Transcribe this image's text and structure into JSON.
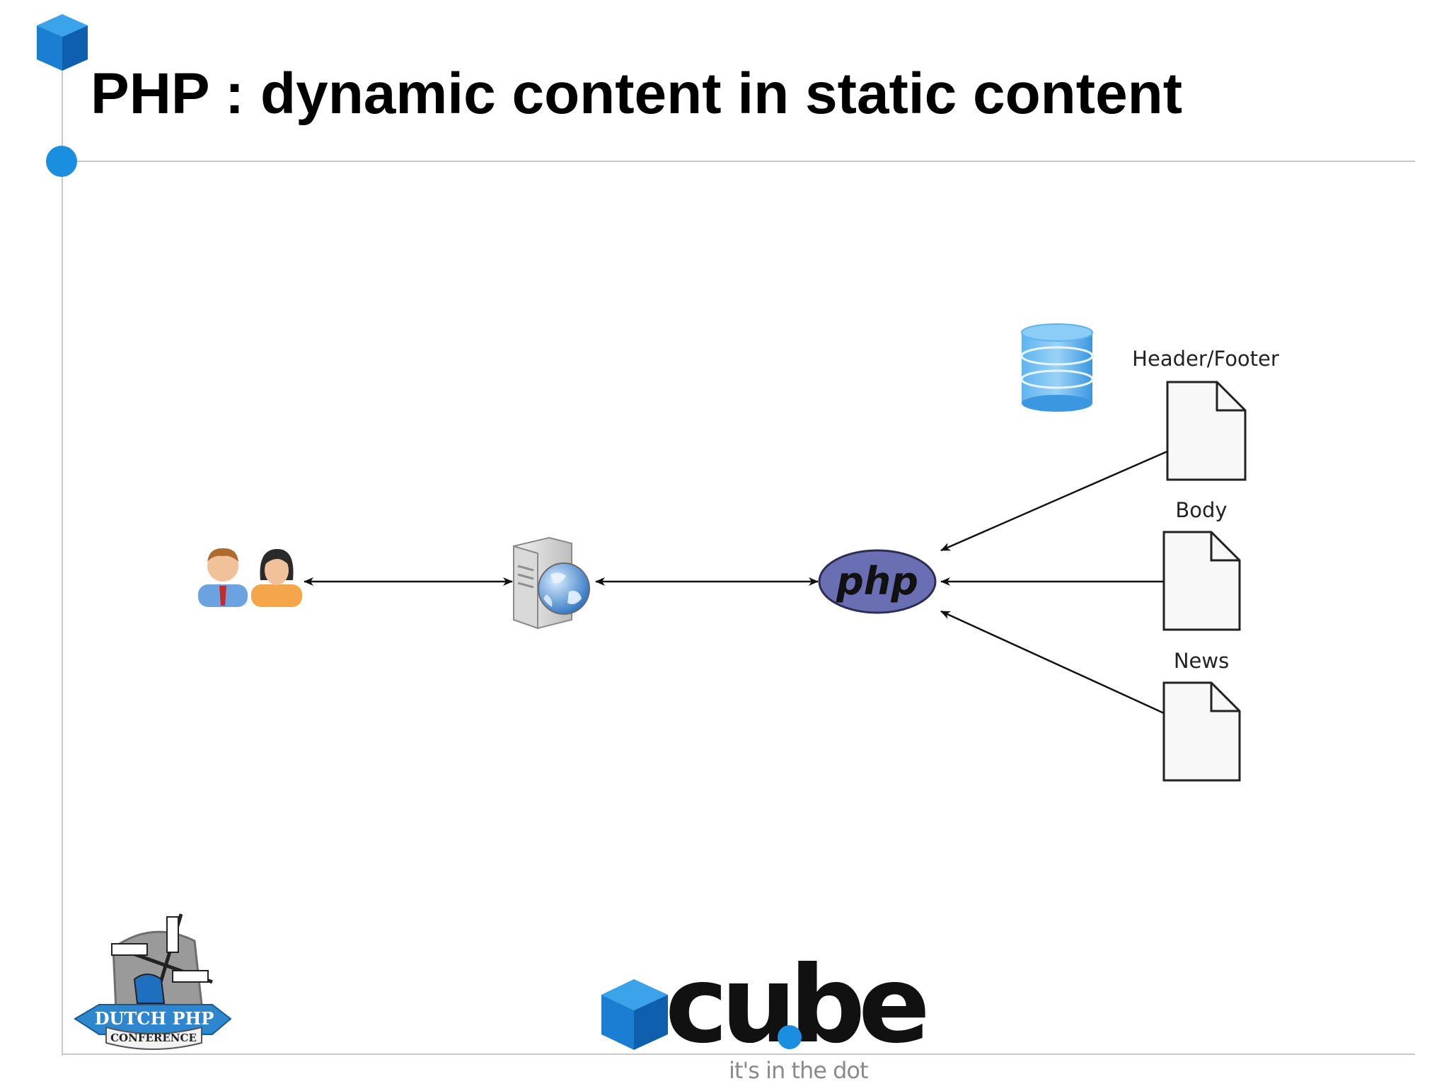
{
  "slide": {
    "title": "PHP : dynamic content in static content"
  },
  "diagram": {
    "nodes": {
      "users": {
        "icon": "users-icon"
      },
      "web_server": {
        "icon": "web-server-icon"
      },
      "php": {
        "icon": "php-logo-icon",
        "label": "php"
      },
      "database": {
        "icon": "database-icon"
      }
    },
    "documents": [
      {
        "label": "Header/Footer"
      },
      {
        "label": "Body"
      },
      {
        "label": "News"
      }
    ]
  },
  "footer": {
    "conference_logo": {
      "line1": "DUTCH PHP",
      "line2": "CONFERENCE"
    },
    "brand_logo": {
      "word": "cube",
      "tagline": "it's in the dot"
    }
  },
  "colors": {
    "accent_blue": "#1a8fe0",
    "php_purple": "#6a6fb3",
    "rule_gray": "#c8c8c8"
  }
}
